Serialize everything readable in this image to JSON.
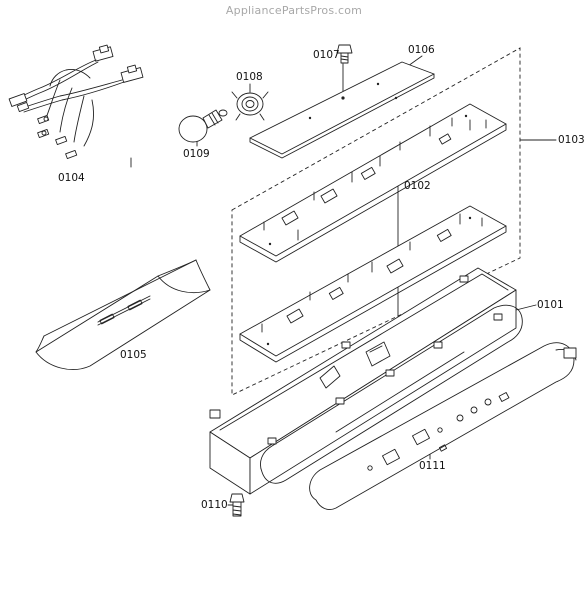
{
  "watermark": "AppliancePartsPros.com",
  "callouts": {
    "p0101": "0101",
    "p0102": "0102",
    "p0103": "0103",
    "p0104": "0104",
    "p0105": "0105",
    "p0106": "0106",
    "p0107": "0107",
    "p0108": "0108",
    "p0109": "0109",
    "p0110": "0110",
    "p0111": "0111"
  }
}
